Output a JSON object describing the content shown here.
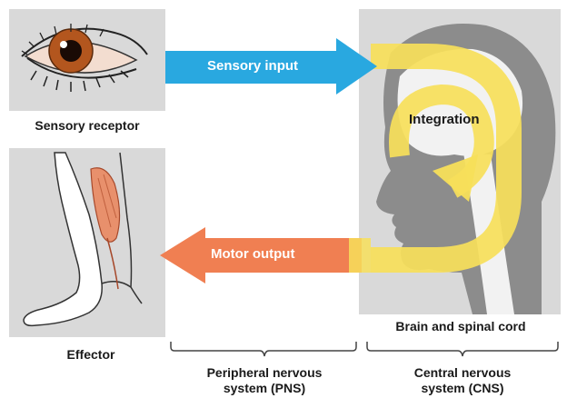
{
  "labels": {
    "sensory_receptor": "Sensory receptor",
    "effector": "Effector",
    "brain_spinal_cord": "Brain and spinal cord",
    "pns_line1": "Peripheral nervous",
    "pns_line2": "system (PNS)",
    "cns_line1": "Central nervous",
    "cns_line2": "system (CNS)"
  },
  "arrows": {
    "sensory_input": "Sensory input",
    "motor_output": "Motor output",
    "integration": "Integration"
  },
  "colors": {
    "sensory_arrow": "#29a8e0",
    "motor_arrow": "#f07f52",
    "integration_loop": "#f7df5a",
    "panel_bg": "#d9d9d9",
    "head_silhouette": "#8c8c8c"
  }
}
